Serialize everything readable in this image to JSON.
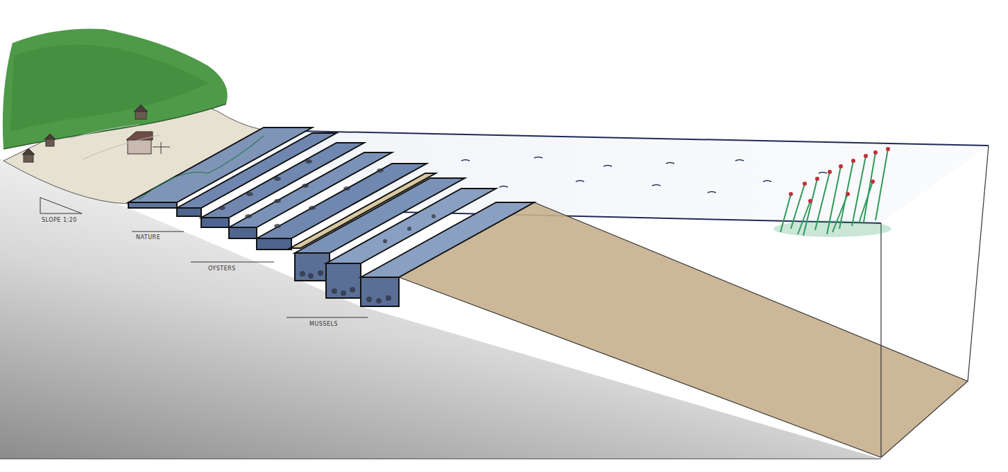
{
  "diagram": {
    "labels": [
      "SLOPE 1:20",
      "NATURE",
      "OYSTERS",
      "MUSSELS"
    ]
  }
}
